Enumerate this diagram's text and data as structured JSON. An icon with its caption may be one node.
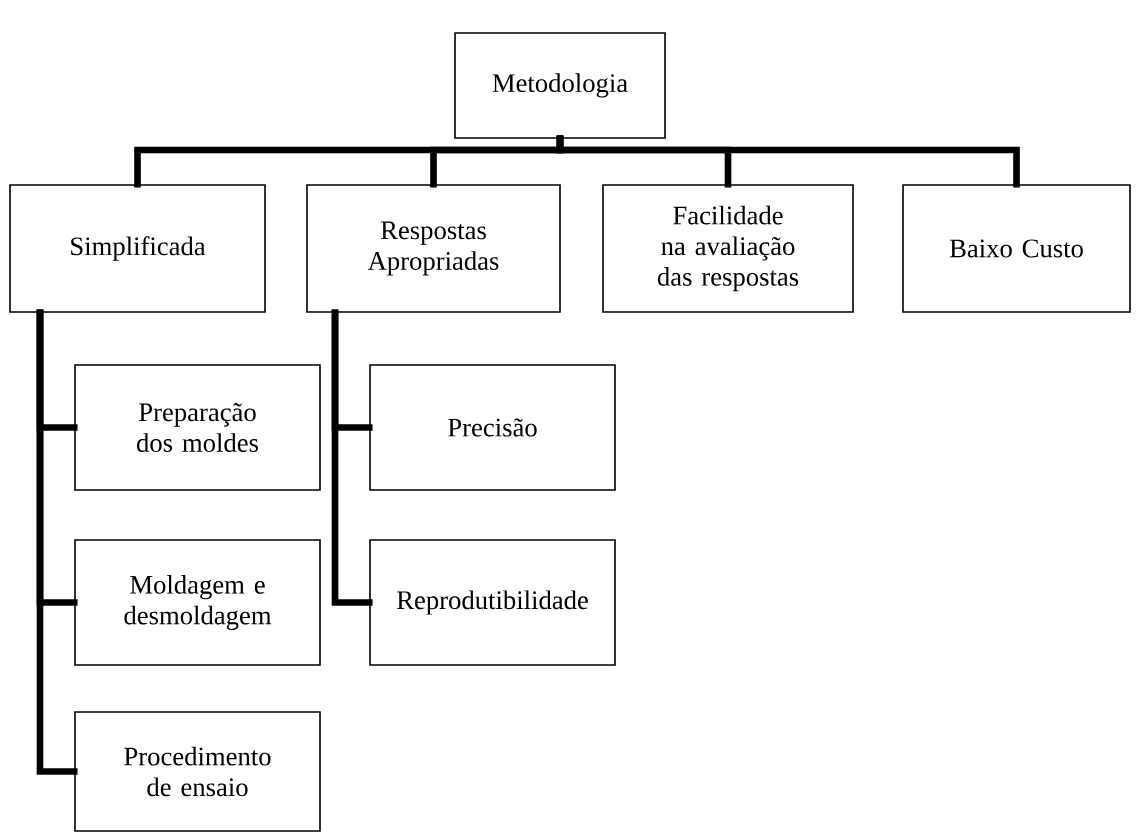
{
  "diagram": {
    "nodes": [
      {
        "text": [
          "Metodologia"
        ]
      },
      {
        "text": [
          "Simplificada"
        ]
      },
      {
        "text": [
          "Respostas Apropriadas"
        ]
      },
      {
        "text": [
          "Facilidade na avaliação das respostas"
        ]
      },
      {
        "text": [
          "Baixo Custo"
        ]
      },
      {
        "text": [
          "Preparação dos moldes"
        ]
      },
      {
        "text": [
          "Moldagem e desmoldagem"
        ]
      },
      {
        "text": [
          "Procedimento de ensaio"
        ]
      },
      {
        "text": [
          "Precisão"
        ]
      },
      {
        "text": [
          "Reprodutibilidade"
        ]
      }
    ],
    "edges": [
      {
        "from": 0,
        "to": 1,
        "arrow": "none"
      },
      {
        "from": 0,
        "to": 2,
        "arrow": "none"
      },
      {
        "from": 0,
        "to": 3,
        "arrow": "none"
      },
      {
        "from": 0,
        "to": 4,
        "arrow": "none"
      },
      {
        "from": 1,
        "to": 5,
        "arrow": "none"
      },
      {
        "from": 1,
        "to": 6,
        "arrow": "none"
      },
      {
        "from": 1,
        "to": 7,
        "arrow": "none"
      },
      {
        "from": 2,
        "to": 8,
        "arrow": "none"
      },
      {
        "from": 2,
        "to": 9,
        "arrow": "none"
      }
    ]
  }
}
